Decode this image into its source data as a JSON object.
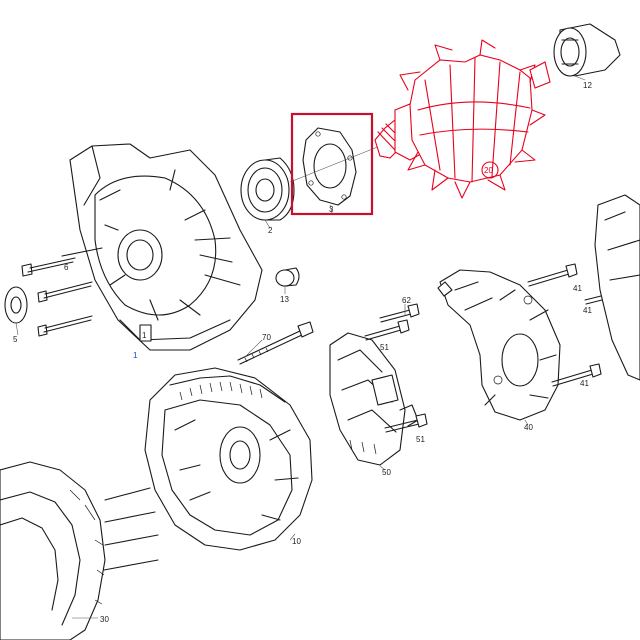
{
  "diagram": {
    "highlight_color": "#e8001c",
    "selection_color": "#c8102e",
    "link_color": "#1a3fd0",
    "highlighted_part": "20",
    "selected_part": "3",
    "callouts": {
      "p1": "1",
      "p1b": "1",
      "p2": "2",
      "p3": "3",
      "p5": "5",
      "p6": "6",
      "p10": "10",
      "p12": "12",
      "p13": "13",
      "p20": "20",
      "p30": "30",
      "p40": "40",
      "p41a": "41",
      "p41b": "41",
      "p41c": "41",
      "p50": "50",
      "p51a": "51",
      "p51b": "51",
      "p62": "62",
      "p70": "70"
    }
  }
}
